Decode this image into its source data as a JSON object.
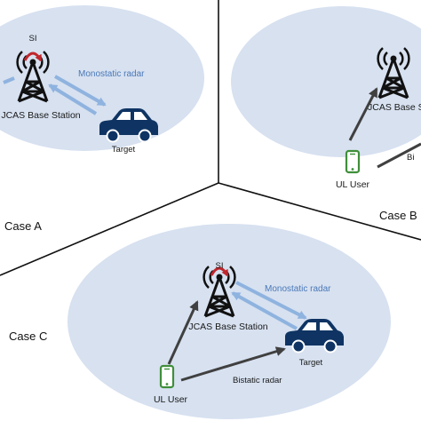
{
  "labels": {
    "si": "SI",
    "base_station": "JCAS Base Station",
    "base_station_clipped": "JCAS Base Sta",
    "target": "Target",
    "monostatic": "Monostatic radar",
    "bistatic": "Bistatic radar",
    "bistatic_clipped": "Bi",
    "ul_user": "UL User",
    "case_a": "Case A",
    "case_b": "Case B",
    "case_c": "Case C"
  },
  "colors": {
    "ellipse_fill": "#d7e1f0",
    "divider": "#111111",
    "tower": "#111111",
    "si_arc": "#c0262c",
    "car": "#0f3463",
    "phone": "#3f8f3a",
    "arrow_light": "#8fb3df",
    "arrow_dark": "#404040",
    "radar_text": "#4a78b8"
  },
  "icons": {
    "tower": "radio-tower-icon",
    "car": "car-icon",
    "phone": "smartphone-icon"
  }
}
